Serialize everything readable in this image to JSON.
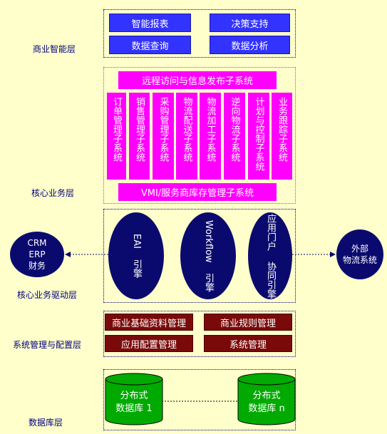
{
  "layers": {
    "bi": "商业智能层",
    "core": "核心业务层",
    "driver": "核心业务驱动层",
    "sysmgmt": "系统管理与配置层",
    "db": "数据库层"
  },
  "bi": {
    "smart_report": "智能报表",
    "decision_support": "决策支持",
    "data_query": "数据查询",
    "data_analysis": "数据分析"
  },
  "core": {
    "top": "远程访问与信息发布子系统",
    "cols": [
      "订单管理子系统",
      "销售管理子系统",
      "采购管理子系统",
      "物流配送子系统",
      "物流加工子系统",
      "逆向物流子系统",
      "计划与控制子系统",
      "业务跟踪子系统"
    ],
    "bottom": "VMI/服务商库存管理子系统"
  },
  "driver": {
    "eai": {
      "a": "EAI",
      "b": "引擎"
    },
    "workflow": {
      "a": "Workflow",
      "b": "引擎"
    },
    "portal": {
      "a": "应用门户",
      "b": "协同引擎"
    },
    "left": [
      "CRM",
      "ERP",
      "财务"
    ],
    "right": [
      "外部",
      "物流",
      "系统"
    ]
  },
  "sysmgmt": {
    "base_data": "商业基础资料管理",
    "rules": "商业规则管理",
    "app_config": "应用配置管理",
    "system": "系统管理"
  },
  "db": {
    "db1": {
      "a": "分布式",
      "b": "数据库 1"
    },
    "dbn": {
      "a": "分布式",
      "b": "数据库 n"
    }
  },
  "colors": {
    "background": "#ffffcc",
    "blue_button": "#3333ff",
    "magenta": "#ff00ff",
    "navy": "#0a0a6e",
    "dark_red": "#7a0a0a",
    "db_green": "#00aa00"
  }
}
